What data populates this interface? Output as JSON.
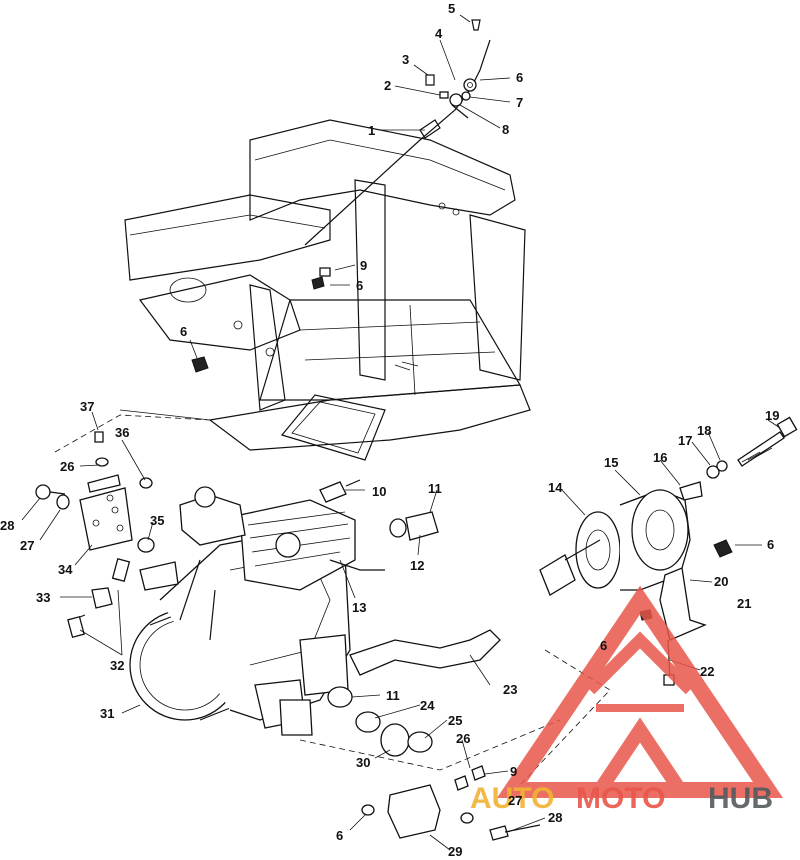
{
  "callouts": {
    "c1": "1",
    "c2": "2",
    "c3": "3",
    "c4": "4",
    "c5": "5",
    "c6a": "6",
    "c7": "7",
    "c8": "8",
    "c9a": "9",
    "c6b": "6",
    "c6c": "6",
    "c37": "37",
    "c36": "36",
    "c26a": "26",
    "c28a": "28",
    "c27a": "27",
    "c34": "34",
    "c35": "35",
    "c10": "10",
    "c11a": "11",
    "c12": "12",
    "c13": "13",
    "c33": "33",
    "c32": "32",
    "c31": "31",
    "c14": "14",
    "c15": "15",
    "c16": "16",
    "c17": "17",
    "c18": "18",
    "c19": "19",
    "c6d": "6",
    "c20": "20",
    "c21": "21",
    "c6e": "6",
    "c22": "22",
    "c23": "23",
    "c11b": "11",
    "c24": "24",
    "c25": "25",
    "c26b": "26",
    "c30": "30",
    "c9b": "9",
    "c27b": "27",
    "c28b": "28",
    "c6f": "6",
    "c29": "29"
  },
  "watermark": {
    "part1": "AUTO",
    "part2": "MOTO",
    "part3": "HUB",
    "colors": {
      "auto": "#f2b233",
      "moto": "#e8564a",
      "hub": "#555a5e",
      "logo": "#e8564a"
    }
  }
}
